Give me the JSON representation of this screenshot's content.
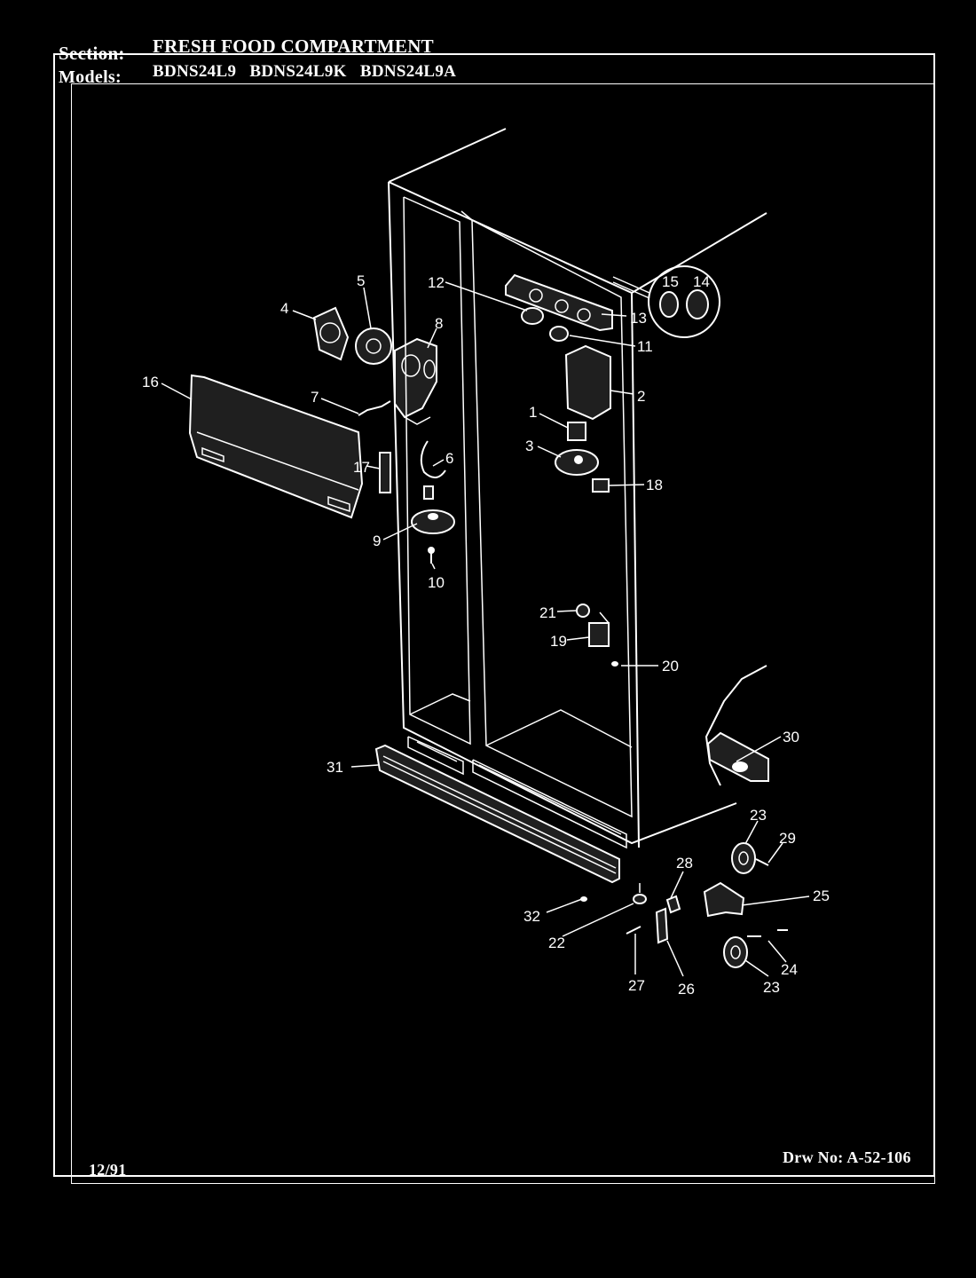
{
  "header": {
    "section_label": "Section:",
    "section_value": "FRESH FOOD COMPARTMENT",
    "models_label": "Models:",
    "models_value": "BDNS24L9   BDNS24L9K   BDNS24L9A"
  },
  "footer": {
    "date": "12/91",
    "drawing_number": "Drw No: A-52-106"
  },
  "callouts": [
    "1",
    "2",
    "3",
    "4",
    "5",
    "6",
    "7",
    "8",
    "9",
    "10",
    "11",
    "12",
    "13",
    "14",
    "15",
    "16",
    "17",
    "18",
    "19",
    "20",
    "21",
    "22",
    "23",
    "23",
    "24",
    "25",
    "26",
    "27",
    "28",
    "29",
    "30",
    "31",
    "32"
  ]
}
